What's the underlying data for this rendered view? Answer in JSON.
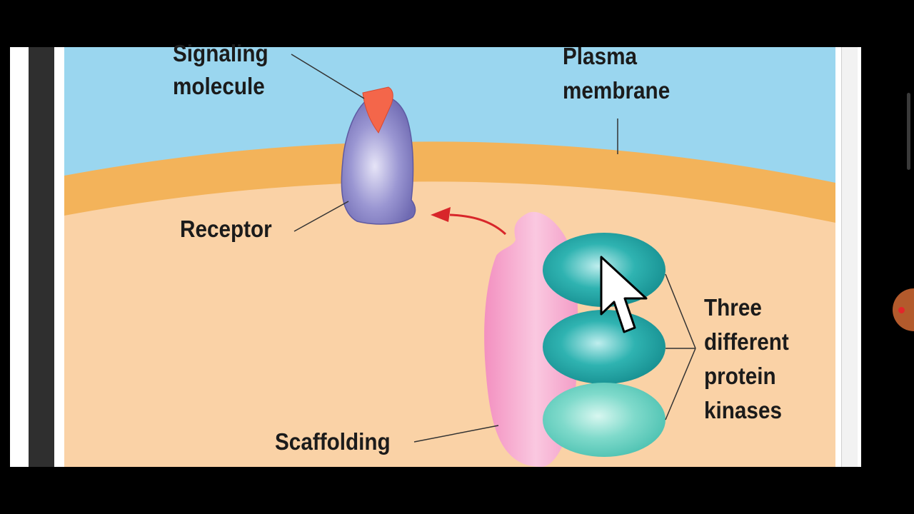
{
  "diagram": {
    "labels": {
      "signaling_line1": "Signaling",
      "signaling_line2": "molecule",
      "plasma_line1": "Plasma",
      "plasma_line2": "membrane",
      "receptor": "Receptor",
      "kinases_line1": "Three",
      "kinases_line2": "different",
      "kinases_line3": "protein",
      "kinases_line4": "kinases",
      "scaffolding": "Scaffolding"
    },
    "colors": {
      "extracellular": "#9ad6ef",
      "membrane": "#f3b35a",
      "cytoplasm": "#fad2a6",
      "receptor": "#8a86c8",
      "signaling_molecule": "#f4664a",
      "scaffold": "#f4a6cc",
      "kinase_dark": "#1fa5a5",
      "kinase_light": "#6fd3c4",
      "arrow": "#d8262a"
    }
  },
  "cursor": {
    "icon": "mouse-pointer-icon"
  },
  "overlay": {
    "record_button_icon": "record-icon"
  }
}
